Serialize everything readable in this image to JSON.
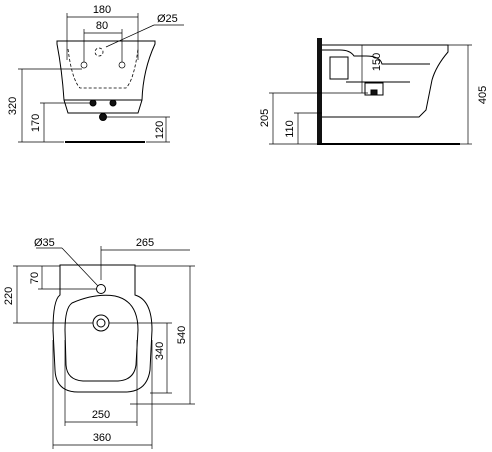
{
  "front_view": {
    "dim_top": "180",
    "dim_inner": "80",
    "dim_diameter": "Ø25",
    "dim_height": "320",
    "dim_left_low": "170",
    "dim_right_low": "120"
  },
  "side_view": {
    "dim_150": "150",
    "dim_405": "405",
    "dim_205": "205",
    "dim_110": "110"
  },
  "top_view": {
    "dim_diameter": "Ø35",
    "dim_265": "265",
    "dim_70": "70",
    "dim_220": "220",
    "dim_540": "540",
    "dim_340": "340",
    "dim_250": "250",
    "dim_360": "360"
  }
}
